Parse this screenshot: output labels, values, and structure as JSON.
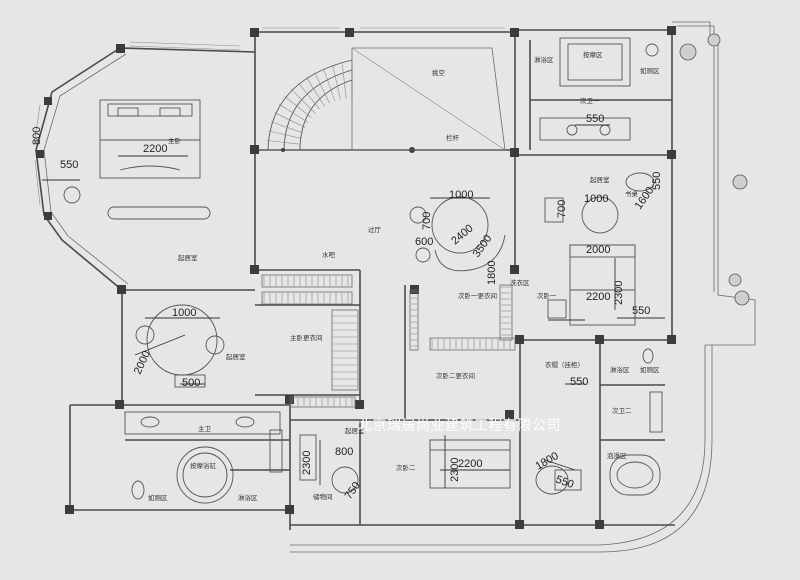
{
  "watermark": "北京瑞居尚业建筑工程有限公司",
  "rooms": {
    "master_bedroom": "主卧",
    "living_left": "起居室",
    "living_left_small": "起居室",
    "master_closet": "主卧更衣间",
    "master_bath": "主卫",
    "bath_tub": "按摩浴缸",
    "toilet_left": "如厕区",
    "shower_left": "淋浴区",
    "void": "挑空",
    "railing": "栏杆",
    "hall": "过厅",
    "water_bar": "水吧",
    "second_bedroom": "次卧二",
    "living_mid": "起居室",
    "closet_two": "次卧二更衣间",
    "closet_one": "次卧一更衣间",
    "secondbath_one": "次卫一",
    "shower_tr": "淋浴区",
    "massage_tr": "按摩区",
    "toilet_tr": "如厕区",
    "living_right": "起居室",
    "second_bedroom_one": "次卧一",
    "secondbath_two": "次卫二",
    "shower_br": "淋浴区",
    "toilet_br": "如厕区",
    "bath_br": "泡澡区",
    "laundry": "洗衣区",
    "wardrobe_note": "衣帽（挂柜）",
    "storage": "储物间",
    "desk": "书桌"
  },
  "dimensions": {
    "d800": "800",
    "d550a": "550",
    "d2200a": "2200",
    "d1000a": "1000",
    "d2000a": "2000",
    "d500": "500",
    "d1000b": "1000",
    "d700a": "700",
    "d2400": "2400",
    "d600": "600",
    "d3500": "3500",
    "d1800a": "1800",
    "d550b": "550",
    "d2000b": "2000",
    "d700b": "700",
    "d1000c": "1000",
    "d1600": "1600",
    "d550c": "550",
    "d2200b": "2200",
    "d2300a": "2300",
    "d550d": "550",
    "d550e": "550",
    "d2300b": "2300",
    "d800b": "800",
    "d2300c": "2300",
    "d2200c": "2200",
    "d750": "750",
    "d1800b": "1800",
    "d550f": "550"
  }
}
